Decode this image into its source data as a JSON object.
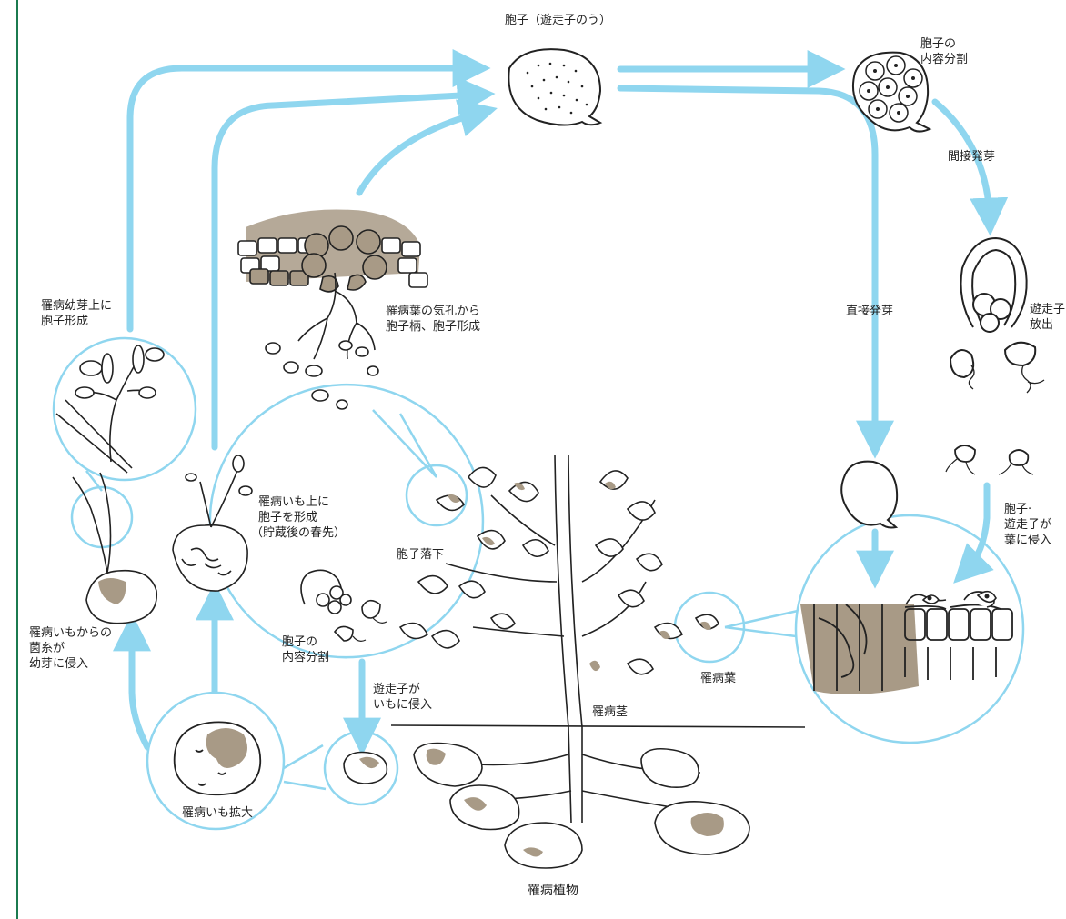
{
  "labels": {
    "spore_top": "胞子（遊走子のう）",
    "spore_division_top_1": "胞子の",
    "spore_division_top_2": "内容分割",
    "indirect_germination": "間接発芽",
    "zoospore_release_1": "遊走子",
    "zoospore_release_2": "放出",
    "direct_germination": "直接発芽",
    "spore_zoospore_invade_1": "胞子·",
    "spore_zoospore_invade_2": "遊走子が",
    "spore_zoospore_invade_3": "葉に侵入",
    "sprout_spore_1": "罹病幼芽上に",
    "sprout_spore_2": "胞子形成",
    "leaf_stomata_1": "罹病葉の気孔から",
    "leaf_stomata_2": "胞子柄、胞子形成",
    "tuber_spore_1": "罹病いも上に",
    "tuber_spore_2": "胞子を形成",
    "tuber_spore_3": "（貯蔵後の春先）",
    "spore_fall": "胞子落下",
    "spore_division_mid_1": "胞子の",
    "spore_division_mid_2": "内容分割",
    "zoospore_tuber_1": "遊走子が",
    "zoospore_tuber_2": "いもに侵入",
    "mycelium_1": "罹病いもからの",
    "mycelium_2": "菌糸が",
    "mycelium_3": "幼芽に侵入",
    "diseased_tuber_enlarged": "罹病いも拡大",
    "diseased_leaf": "罹病葉",
    "diseased_stem": "罹病茎",
    "diseased_plant": "罹病植物"
  },
  "colors": {
    "arrow": "#8fd6ef",
    "lesion": "#a89a86",
    "ink": "#222222",
    "side_rule": "#1b7a4f"
  }
}
